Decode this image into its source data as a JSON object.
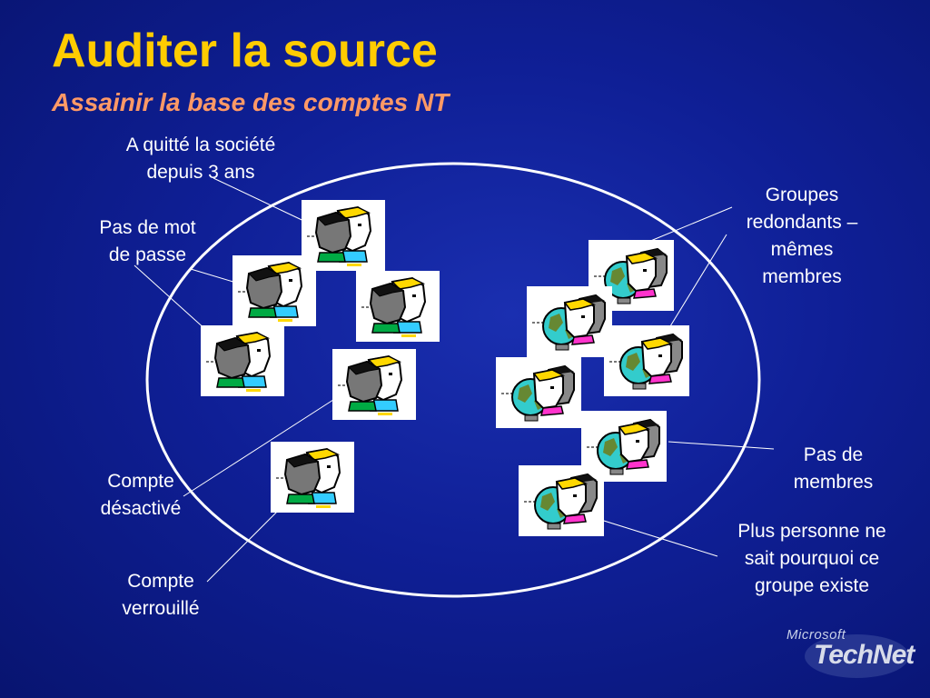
{
  "slide": {
    "title": "Auditer la source",
    "subtitle": "Assainir la base des comptes NT"
  },
  "labels": {
    "left_out": "A quitté la société\ndepuis 3 ans",
    "no_password": "Pas de mot\nde passe",
    "disabled": "Compte\ndésactivé",
    "locked": "Compte\nverrouillé",
    "redundant_groups": "Groupes\nredondants –\nmêmes\nmembres",
    "no_members": "Pas de\nmembres",
    "unknown_purpose": "Plus personne ne\nsait pourquoi ce\ngroupe existe"
  },
  "icons": {
    "user": "user-account-icon",
    "group": "group-account-icon"
  },
  "colors": {
    "background": "#0f1f96",
    "title": "#ffcc00",
    "subtitle": "#ff9966",
    "text": "#ffffff"
  },
  "logo": {
    "brand_small": "Microsoft",
    "brand_large": "TechNet"
  }
}
